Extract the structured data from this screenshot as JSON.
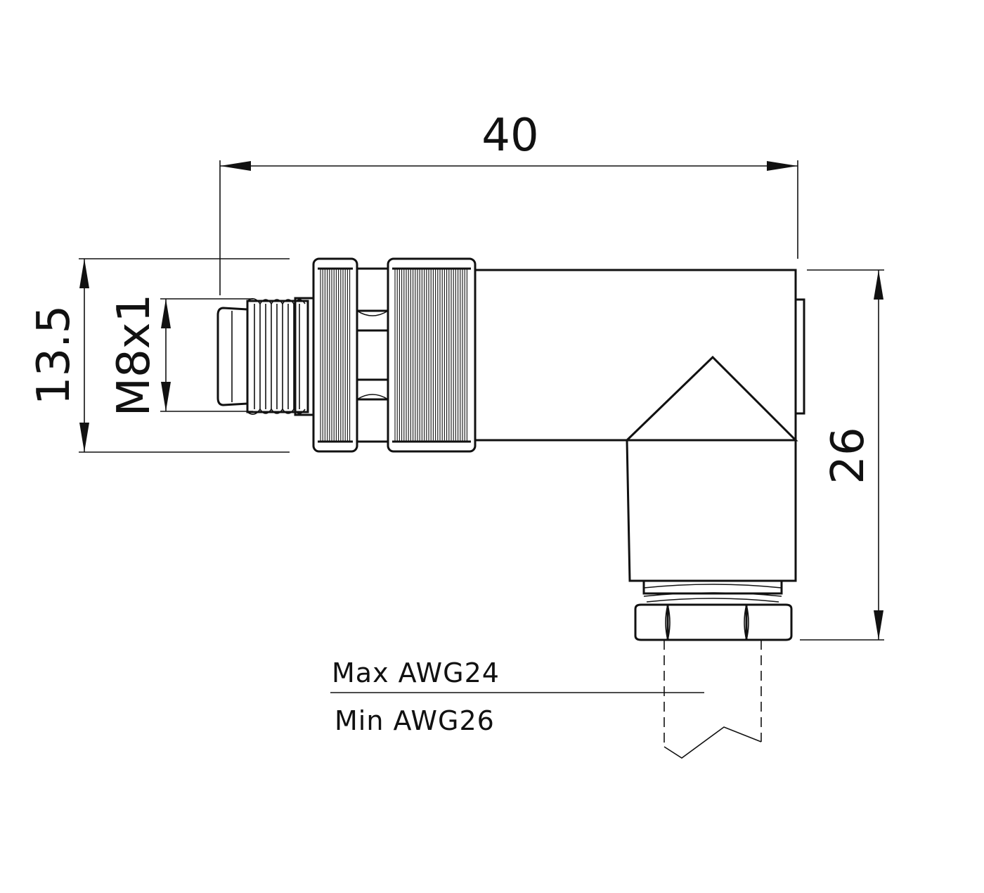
{
  "dimensions": {
    "length": "40",
    "height": "26",
    "nut_diameter": "13.5",
    "thread": "M8x1"
  },
  "cable_notes": {
    "max": "Max  AWG24",
    "min": "Min  AWG26"
  }
}
